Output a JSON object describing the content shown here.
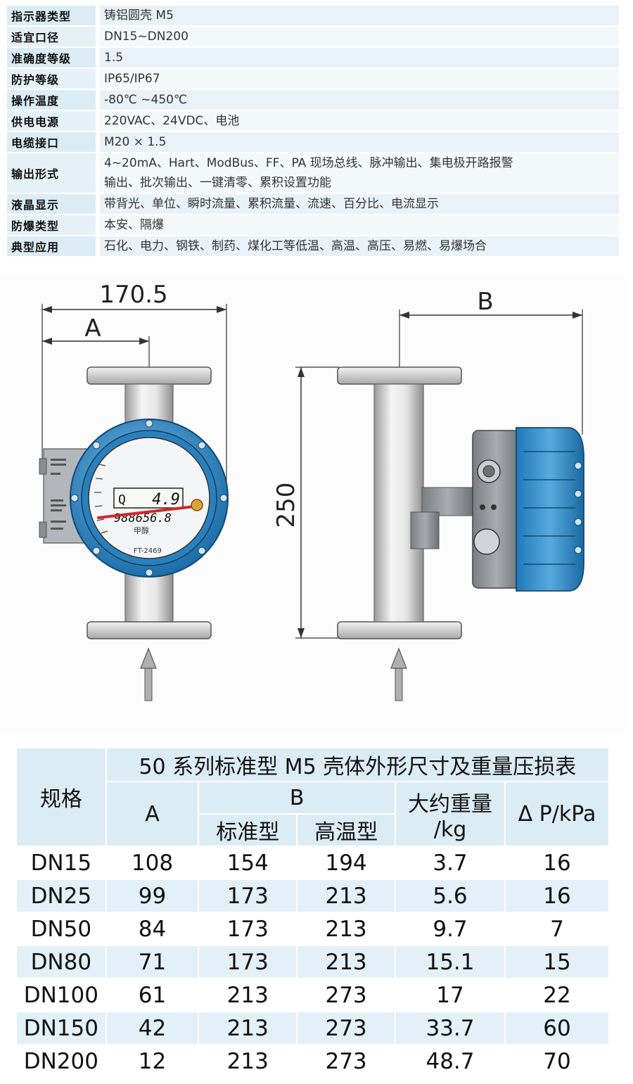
{
  "specs": [
    {
      "key": "指示器类型",
      "value": "铸铝圆壳 M5"
    },
    {
      "key": "适宜口径",
      "value": "DN15~DN200"
    },
    {
      "key": "准确度等级",
      "value": "1.5"
    },
    {
      "key": "防护等级",
      "value": "IP65/IP67"
    },
    {
      "key": "操作温度",
      "value": "-80℃ ~450℃"
    },
    {
      "key": "供电电源",
      "value": "220VAC、24VDC、电池"
    },
    {
      "key": "电缆接口",
      "value": "M20 × 1.5"
    },
    {
      "key": "输出形式",
      "value": "4~20mA、Hart、ModBus、FF、PA 现场总线、脉冲输出、集电极开路报警",
      "value2": "输出、批次输出、一键清零、累积设置功能"
    },
    {
      "key": "液晶显示",
      "value": "带背光、单位、瞬时流量、累积流量、流速、百分比、电流显示"
    },
    {
      "key": "防爆类型",
      "value": "本安、隔爆"
    },
    {
      "key": "典型应用",
      "value": "石化、电力、钢铁、制药、煤化工等低温、高温、高压、易燃、易爆场合"
    }
  ],
  "drawing": {
    "dim_total_width": "170.5",
    "dim_a": "A",
    "dim_b": "B",
    "dim_height": "250",
    "display_flow": "4.9",
    "display_total": "988656.8",
    "display_q": "Q",
    "dial_label": "FT-2469",
    "medium": "甲醇"
  },
  "table": {
    "title": "50 系列标准型 M5 壳体外形尺寸及重量压损表",
    "col_spec": "规格",
    "col_a": "A",
    "col_b": "B",
    "col_b_std": "标准型",
    "col_b_high": "高温型",
    "col_weight_1": "大约重量",
    "col_weight_2": "/kg",
    "col_dp": "Δ P/kPa",
    "rows": [
      [
        "DN15",
        "108",
        "154",
        "194",
        "3.7",
        "16"
      ],
      [
        "DN25",
        "99",
        "173",
        "213",
        "5.6",
        "16"
      ],
      [
        "DN50",
        "84",
        "173",
        "213",
        "9.7",
        "7"
      ],
      [
        "DN80",
        "71",
        "173",
        "213",
        "15.1",
        "15"
      ],
      [
        "DN100",
        "61",
        "213",
        "273",
        "17",
        "22"
      ],
      [
        "DN150",
        "42",
        "213",
        "273",
        "33.7",
        "60"
      ],
      [
        "DN200",
        "12",
        "213",
        "273",
        "48.7",
        "70"
      ]
    ]
  }
}
